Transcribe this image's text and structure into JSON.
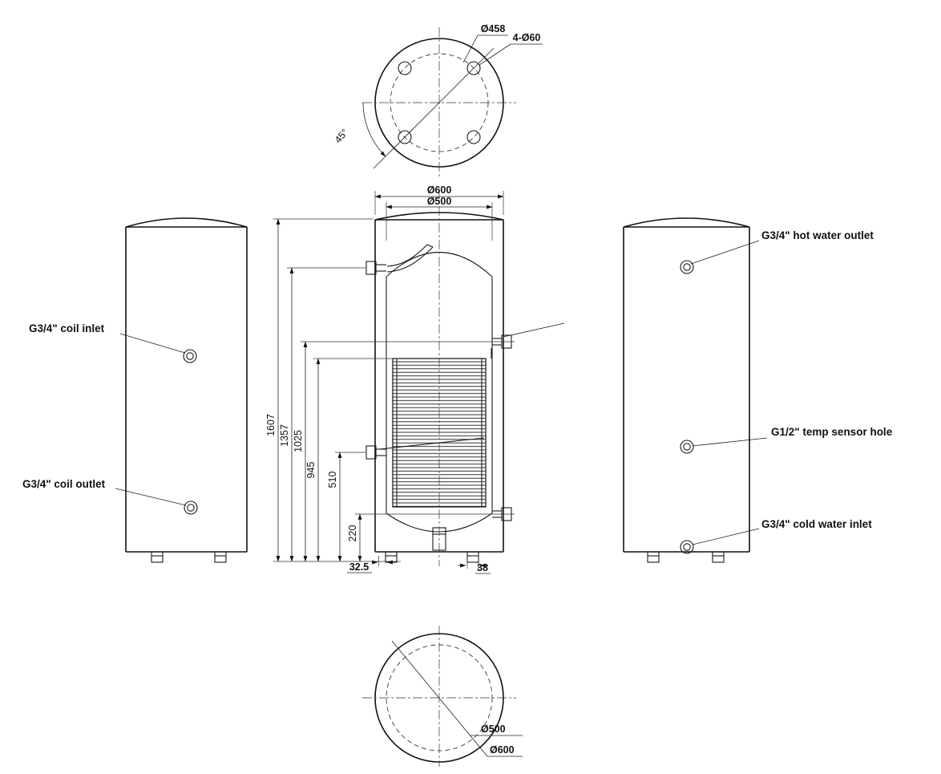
{
  "drawing": {
    "top_view": {
      "bolt_circle_dia": "Ø458",
      "holes": "4-Ø60",
      "angle": "45°"
    },
    "front_view": {
      "outer_dia": "Ø600",
      "inner_dia": "Ø500",
      "heights": [
        "1607",
        "1357",
        "1025",
        "945",
        "510",
        "220"
      ],
      "foot_offset": "32.5",
      "foot_width": "38"
    },
    "left_view": {
      "coil_inlet": "G3/4\"  coil inlet",
      "coil_outlet": "G3/4\" coil outlet"
    },
    "right_view": {
      "hot_water_outlet": "G3/4\"  hot water outlet",
      "temp_sensor_hole": "G1/2\"  temp sensor hole",
      "cold_water_inlet": "G3/4\" cold water inlet"
    },
    "bottom_view": {
      "inner_dia": "Ø500",
      "outer_dia": "Ø600"
    }
  }
}
